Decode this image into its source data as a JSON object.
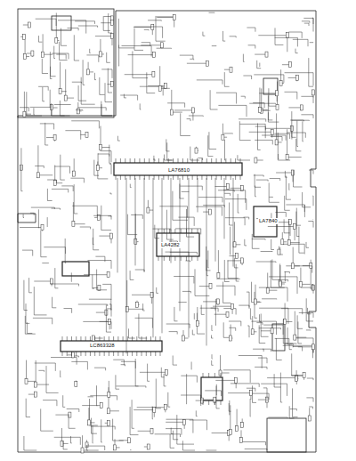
{
  "diagram": {
    "labels": [
      "LA76810",
      "LC863328",
      "LA7840",
      "LA4282"
    ]
  }
}
